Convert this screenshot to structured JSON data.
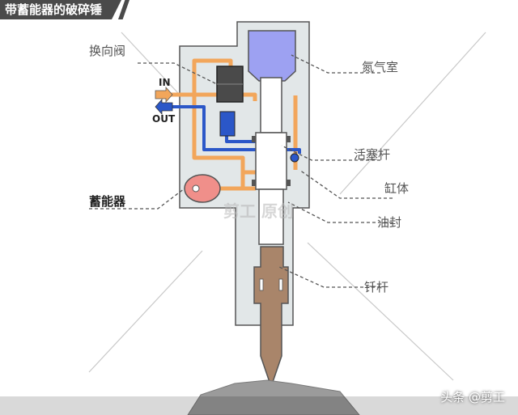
{
  "title": "带蓄能器的破碎锤",
  "labels": {
    "valve": "换向阀",
    "nitrogen": "氮气室",
    "piston": "活塞杆",
    "cylinder": "缸体",
    "seal": "油封",
    "rod": "钎杆",
    "accumulator": "蓄能器"
  },
  "ports": {
    "in": "IN",
    "out": "OUT"
  },
  "watermark": "剪工 原创",
  "footer": "头条 @剪工",
  "colors": {
    "housing": "#e2e7e8",
    "outline": "#555555",
    "nitrogen": "#9da1f2",
    "oil_in": "#f2a65b",
    "oil_out": "#2b57c8",
    "accumulator": "#f08f8a",
    "rod": "#a9856a",
    "ground": "#9b9b9b"
  }
}
